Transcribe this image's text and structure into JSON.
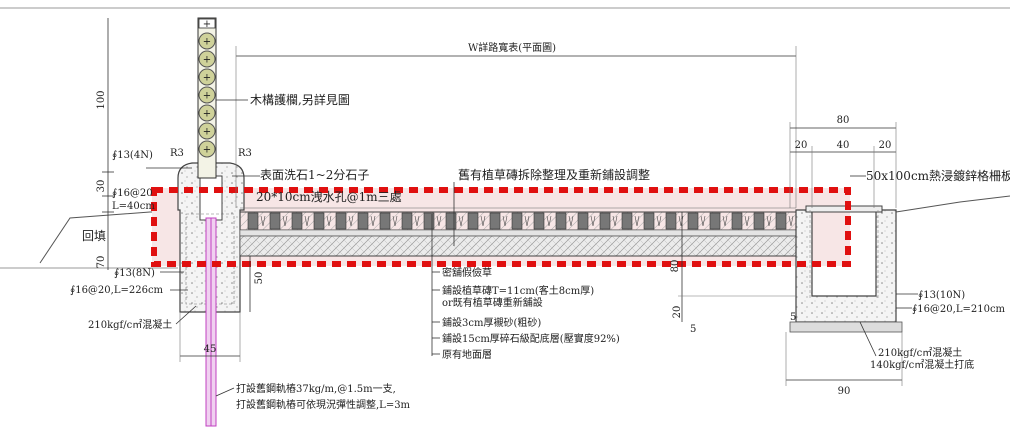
{
  "colors": {
    "highlight_border": "#e01010",
    "highlight_fill": "#f7e6e6",
    "rail_steel": "#c040c0",
    "concrete_hatch": "#9a9a9a",
    "gravel": "#cfcfcf",
    "post_ball": "#cfd29a"
  },
  "icons": [
    "plus-cross-icon"
  ],
  "dims": {
    "width_label": "W詳路寬表(平面圖)",
    "post_height": "100",
    "d30": "30",
    "d70": "70",
    "r3_left": "R3",
    "r3_right": "R3",
    "w45": "45",
    "d50": "50",
    "d80_vert": "80",
    "w80_top": "80",
    "w20_a": "20",
    "w40": "40",
    "w20_b": "20",
    "h20": "20",
    "h5_a": "5",
    "h5_b": "5",
    "w90": "90"
  },
  "labels": {
    "backfill": "回填",
    "wood_rail": "木構護欄,另詳見圖",
    "washed_stone": "表面洗石1~2分石子",
    "drain_holes": "20*10cm洩水孔@1m三處",
    "grass_brick_adjust": "舊有植草磚拆除整理及重新鋪設調整",
    "grating": "50x100cm熱浸鍍鋅格柵板",
    "rebar_13_4n": "∮13(4N)",
    "rebar_16_20_l40": "∮16@20",
    "rebar_l40": "L=40cm",
    "rebar_13_8n": "∮13(8N)",
    "rebar_16_20_l226": "∮16@20,L=226cm",
    "concrete_210_left": "210kgf/c㎡混凝土",
    "rebar_13_10n": "∮13(10N)",
    "rebar_16_20_l210": "∮16@20,L=210cm",
    "concrete_210_right": "210kgf/c㎡混凝土",
    "concrete_140": "140kgf/c㎡混凝土打底",
    "rail_pile_line1": "打設舊鋼軌樁37kg/m,@1.5m一支,",
    "rail_pile_line2": "打設舊鋼軌樁可依現況彈性調整,L=3m"
  },
  "layers": [
    "密舖假儉草",
    "鋪設植草磚T=11cm(客土8cm厚)",
    "or既有植草磚重新舖設",
    "鋪設3cm厚襯砂(粗砂)",
    "鋪設15cm厚碎石級配底層(壓實度92%)",
    "原有地面層"
  ]
}
